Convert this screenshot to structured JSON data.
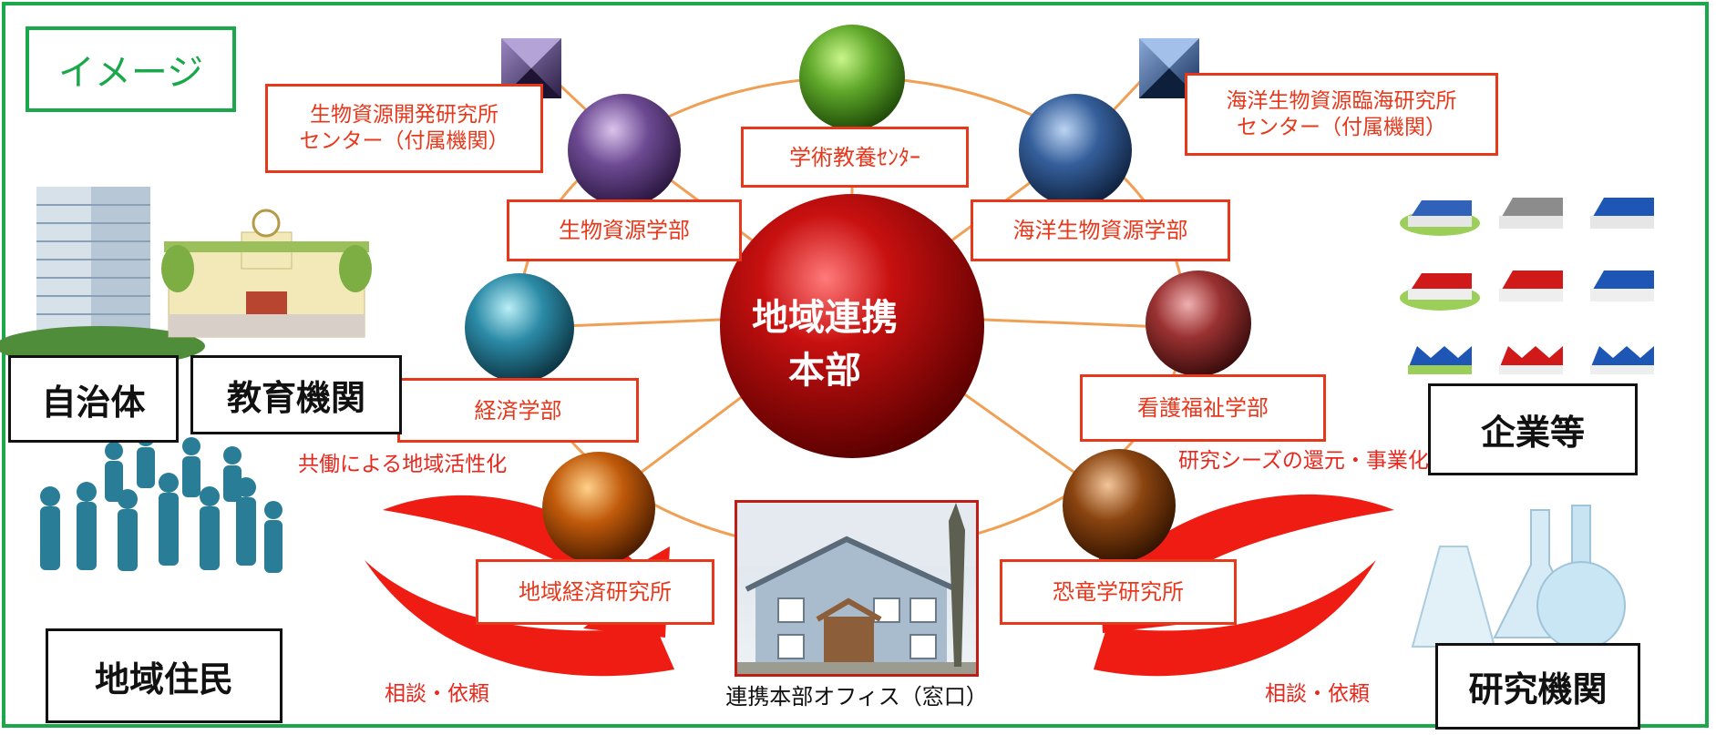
{
  "tag": "イメージ",
  "hub": {
    "line1": "地域連携",
    "line2": "本部"
  },
  "units": {
    "gakujutsu": "学術教養ｾﾝﾀｰ",
    "seibutsu_center": "生物資源開発研究所\nセンター（付属機関）",
    "kaiyo_center": "海洋生物資源臨海研究所\nセンター（付属機関）",
    "seibutsu_gakubu": "生物資源学部",
    "kaiyo_gakubu": "海洋生物資源学部",
    "keizai_gakubu": "経済学部",
    "kango_gakubu": "看護福祉学部",
    "chiiki_keizai": "地域経済研究所",
    "kyoryu": "恐竜学研究所"
  },
  "office_caption": "連携本部オフィス（窓口）",
  "stakeholders": {
    "jichitai": "自治体",
    "kyoiku": "教育機関",
    "jumin": "地域住民",
    "kigyo": "企業等",
    "kenkyu": "研究機関"
  },
  "phrases": {
    "left_flow": "共働による地域活性化",
    "right_flow": "研究シーズの還元・事業化",
    "consult_left": "相談・依頼",
    "consult_right": "相談・依頼"
  },
  "colors": {
    "frame_green": "#1aa84a",
    "label_red": "#e8381c",
    "arrow_red": "#ee1c12",
    "hub_red": "#b80c0c"
  },
  "icons": [
    "city-hall-building-icon",
    "school-building-icon",
    "people-silhouettes-icon",
    "factory-buildings-icon",
    "lab-flask-icon",
    "office-building-photo"
  ]
}
